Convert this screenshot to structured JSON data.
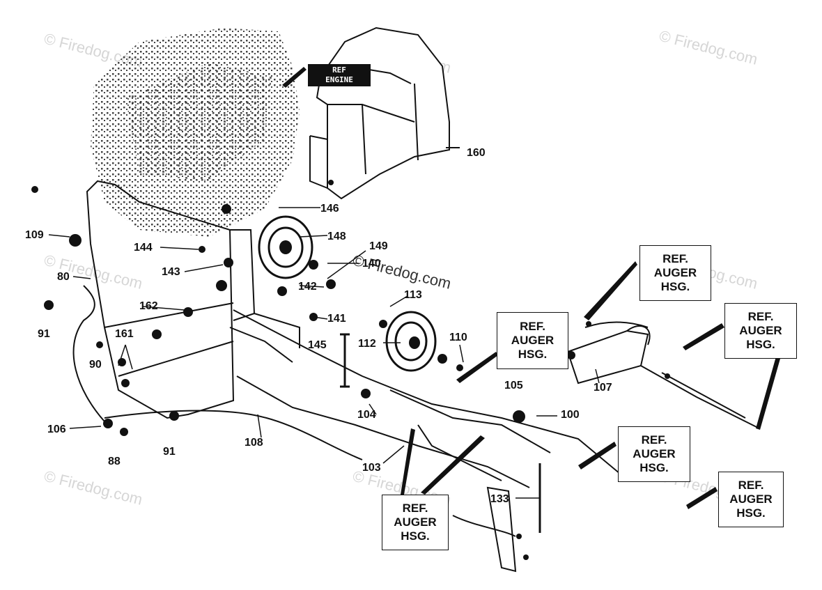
{
  "watermark": "© Firedog.com",
  "engine_tag": [
    "REF",
    "ENGINE"
  ],
  "ref_label": [
    "REF.",
    "AUGER",
    "HSG."
  ],
  "parts": {
    "p80": "80",
    "p88": "88",
    "p90": "90",
    "p91a": "91",
    "p91b": "91",
    "p100": "100",
    "p103": "103",
    "p104": "104",
    "p105": "105",
    "p106": "106",
    "p107": "107",
    "p108": "108",
    "p109": "109",
    "p110": "110",
    "p112": "112",
    "p113": "113",
    "p133": "133",
    "p140": "140",
    "p141": "141",
    "p142": "142",
    "p143": "143",
    "p144": "144",
    "p145": "145",
    "p146": "146",
    "p148": "148",
    "p149": "149",
    "p160": "160",
    "p161": "161",
    "p162": "162"
  },
  "colors": {
    "line": "#111111",
    "watermark": "#d6d6d6"
  }
}
